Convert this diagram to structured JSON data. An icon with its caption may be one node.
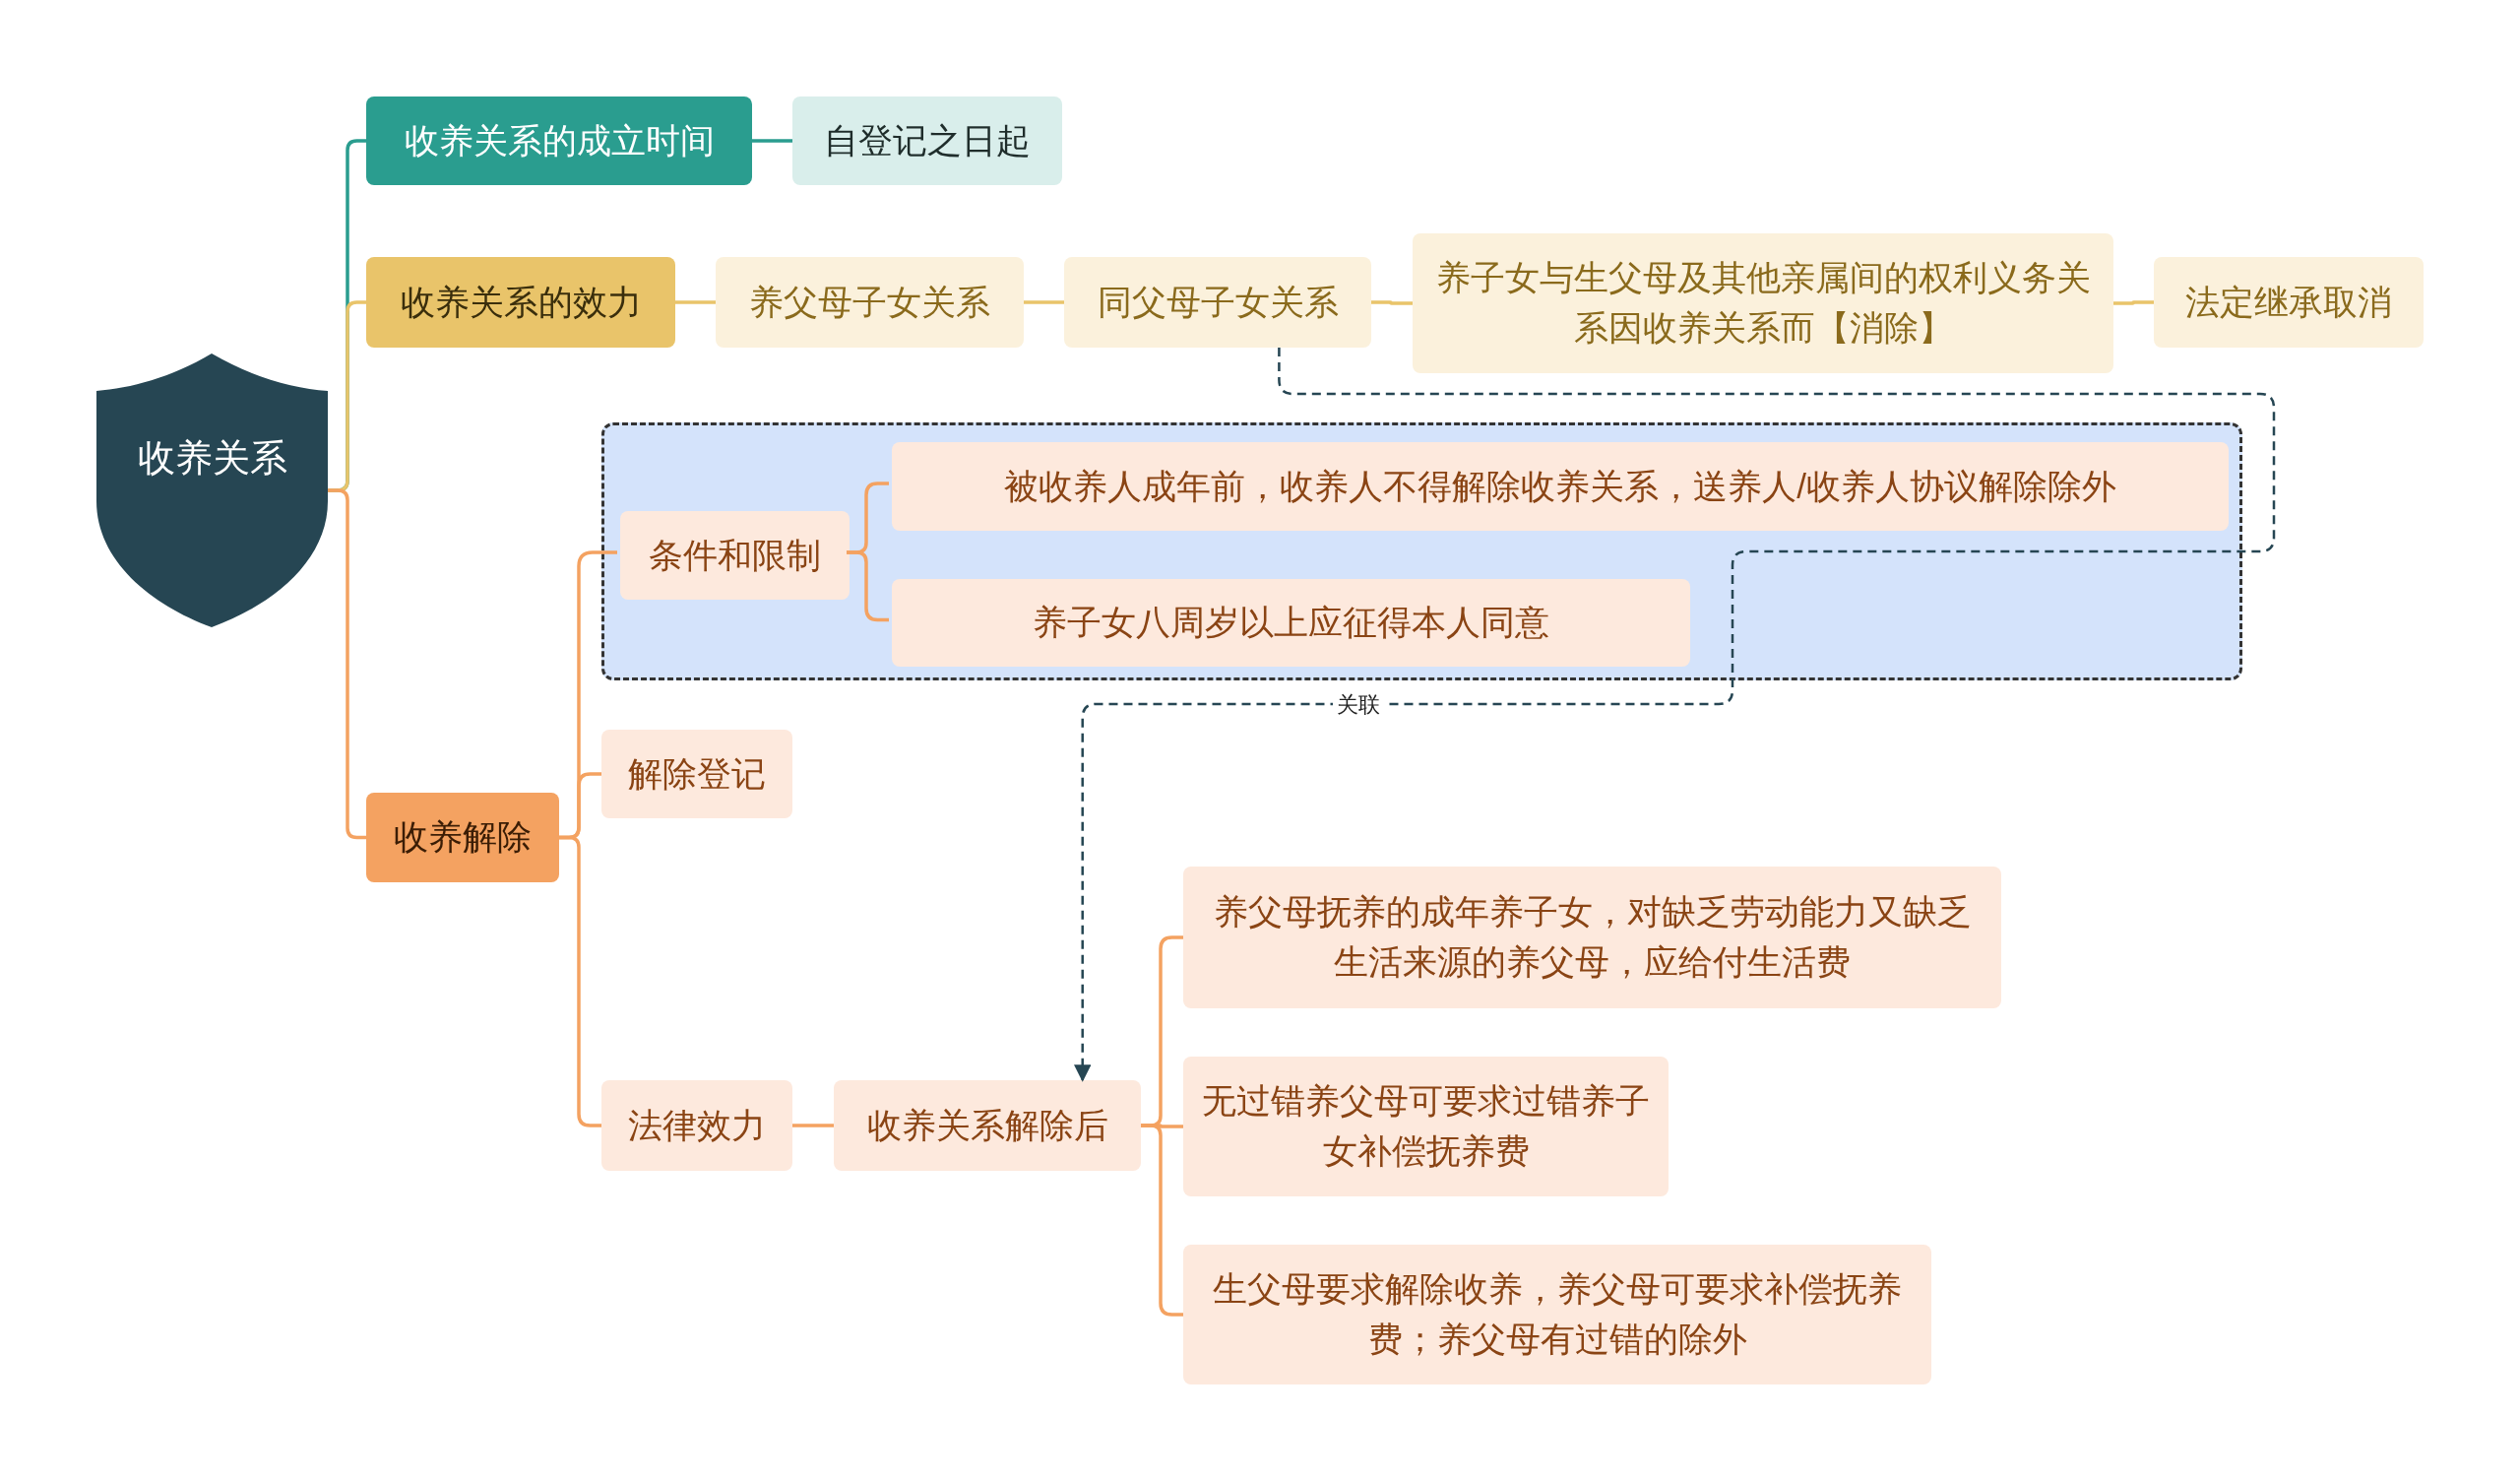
{
  "diagram": {
    "nodes": [
      {
        "text": [
          "收养关系"
        ]
      },
      {
        "text": [
          "收养关系的成立时间"
        ]
      },
      {
        "text": [
          "自登记之日起"
        ]
      },
      {
        "text": [
          "收养关系的效力"
        ]
      },
      {
        "text": [
          "养父母子女关系"
        ]
      },
      {
        "text": [
          "同父母子女关系"
        ]
      },
      {
        "text": [
          "养子女与生父母及其他亲属间的权利义务关系因收养关系而【消除】"
        ]
      },
      {
        "text": [
          "法定继承取消"
        ]
      },
      {
        "text": [
          "收养解除"
        ]
      },
      {
        "text": [],
        "shape": "box"
      },
      {
        "text": [
          "条件和限制"
        ],
        "in": 9
      },
      {
        "text": [
          "被收养人成年前，收养人不得解除收养关系，送养人/收养人协议解除除外"
        ],
        "in": 9
      },
      {
        "text": [
          "养子女八周岁以上应征得本人同意"
        ],
        "in": 9
      },
      {
        "text": [
          "解除登记"
        ]
      },
      {
        "text": [
          "法律效力"
        ]
      },
      {
        "text": [
          "收养关系解除后"
        ]
      },
      {
        "text": [
          "养父母抚养的成年养子女，对缺乏劳动能力又缺乏生活来源的养父母，应给付生活费"
        ]
      },
      {
        "text": [
          "无过错养父母可要求过错养子女补偿抚养费"
        ]
      },
      {
        "text": [
          "生父母要求解除收养，养父母可要求补偿抚养费；养父母有过错的除外"
        ]
      }
    ],
    "edges": [
      {
        "from": 0,
        "to": 1,
        "arrow": "none",
        "color": "#2a9d8f"
      },
      {
        "from": 1,
        "to": 2,
        "arrow": "none",
        "color": "#2a9d8f"
      },
      {
        "from": 0,
        "to": 3,
        "arrow": "none",
        "color": "#e9c46a"
      },
      {
        "from": 3,
        "to": 4,
        "arrow": "none",
        "color": "#e9c46a"
      },
      {
        "from": 4,
        "to": 5,
        "arrow": "none",
        "color": "#e9c46a"
      },
      {
        "from": 5,
        "to": 6,
        "arrow": "none",
        "color": "#e9c46a"
      },
      {
        "from": 6,
        "to": 7,
        "arrow": "none",
        "color": "#e9c46a"
      },
      {
        "from": 0,
        "to": 8,
        "arrow": "none"
      },
      {
        "from": 8,
        "to": 10,
        "arrow": "none"
      },
      {
        "from": 10,
        "to": 11,
        "arrow": "none"
      },
      {
        "from": 10,
        "to": 12,
        "arrow": "none"
      },
      {
        "from": 8,
        "to": 13,
        "arrow": "none"
      },
      {
        "from": 8,
        "to": 14,
        "arrow": "none"
      },
      {
        "from": 14,
        "to": 15,
        "arrow": "none"
      },
      {
        "from": 15,
        "to": 16,
        "arrow": "none"
      },
      {
        "from": 15,
        "to": 17,
        "arrow": "none"
      },
      {
        "from": 15,
        "to": 18,
        "arrow": "none"
      },
      {
        "from": 5,
        "to": 15,
        "arrow": "to",
        "label": "关联",
        "style": "dashed",
        "color": "#264653"
      }
    ]
  }
}
